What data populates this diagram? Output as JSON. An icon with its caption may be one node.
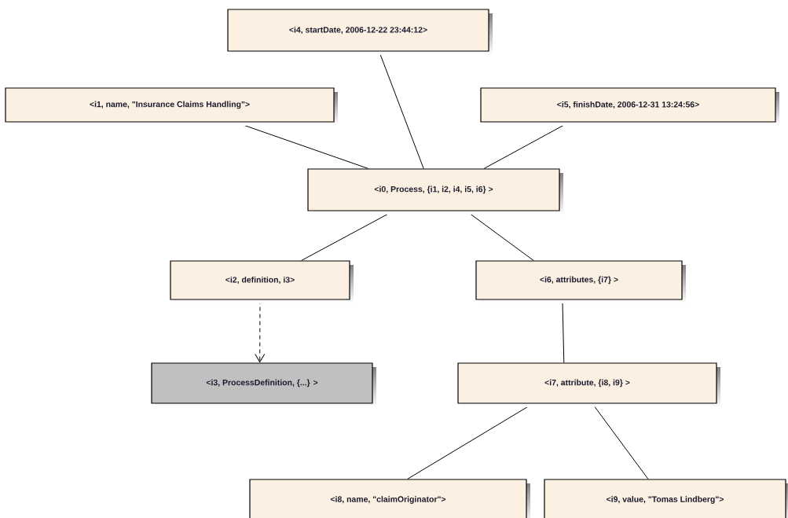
{
  "diagram": {
    "nodes": [
      {
        "text": [
          "<i4, startDate, 2006-12-22 23:44:12>"
        ]
      },
      {
        "text": [
          "<i1, name, \"Insurance Claims Handling\">"
        ]
      },
      {
        "text": [
          "<i5, finishDate, 2006-12-31 13:24:56>"
        ]
      },
      {
        "text": [
          "<i0, Process, {i1, i2, i4, i5, i6} >"
        ]
      },
      {
        "text": [
          "<i2, definition, i3>"
        ]
      },
      {
        "text": [
          "<i6, attributes, {i7} >"
        ]
      },
      {
        "text": [
          "<i3, ProcessDefinition, {...} >"
        ]
      },
      {
        "text": [
          "<i7, attribute, {i8, i9} >"
        ]
      },
      {
        "text": [
          "<i8, name, \"claimOriginator\">"
        ]
      },
      {
        "text": [
          "<i9, value, \"Tomas Lindberg\">"
        ]
      }
    ],
    "edges": [
      {
        "from": 3,
        "to": 0,
        "arrow": "none"
      },
      {
        "from": 3,
        "to": 1,
        "arrow": "none"
      },
      {
        "from": 3,
        "to": 2,
        "arrow": "none"
      },
      {
        "from": 3,
        "to": 4,
        "arrow": "none"
      },
      {
        "from": 3,
        "to": 5,
        "arrow": "none"
      },
      {
        "from": 4,
        "to": 6,
        "arrow": "to",
        "style": "dashed"
      },
      {
        "from": 5,
        "to": 7,
        "arrow": "none"
      },
      {
        "from": 7,
        "to": 8,
        "arrow": "none"
      },
      {
        "from": 7,
        "to": 9,
        "arrow": "none"
      }
    ]
  }
}
